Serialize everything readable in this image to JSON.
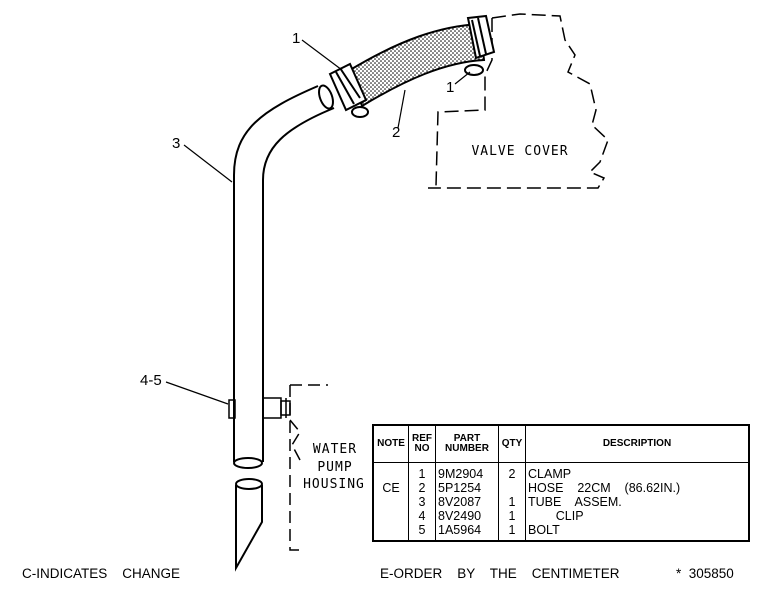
{
  "callouts": {
    "clamp_left": "1",
    "clamp_right": "1",
    "hose": "2",
    "tube": "3",
    "clip_bolt": "4-5"
  },
  "labels": {
    "valve_cover": "VALVE COVER",
    "water_pump_line1": "WATER",
    "water_pump_line2": "PUMP",
    "water_pump_line3": "HOUSING"
  },
  "table": {
    "headers": {
      "note": "NOTE",
      "ref_line1": "REF",
      "ref_line2": "NO",
      "part_line1": "PART",
      "part_line2": "NUMBER",
      "qty": "QTY",
      "description": "DESCRIPTION"
    },
    "rows": [
      {
        "note": "",
        "ref": "1",
        "part": "9M2904",
        "qty": "2",
        "desc": "CLAMP"
      },
      {
        "note": "CE",
        "ref": "2",
        "part": "5P1254",
        "qty": "",
        "desc": "HOSE    22CM    (86.62IN.)"
      },
      {
        "note": "",
        "ref": "3",
        "part": "8V2087",
        "qty": "1",
        "desc": "TUBE    ASSEM."
      },
      {
        "note": "",
        "ref": "4",
        "part": "8V2490",
        "qty": "1",
        "desc": "        CLIP"
      },
      {
        "note": "",
        "ref": "5",
        "part": "1A5964",
        "qty": "1",
        "desc": "BOLT"
      }
    ]
  },
  "footer": {
    "left": "C-INDICATES    CHANGE",
    "middle": "E-ORDER    BY    THE    CENTIMETER",
    "right": "*  305850"
  }
}
